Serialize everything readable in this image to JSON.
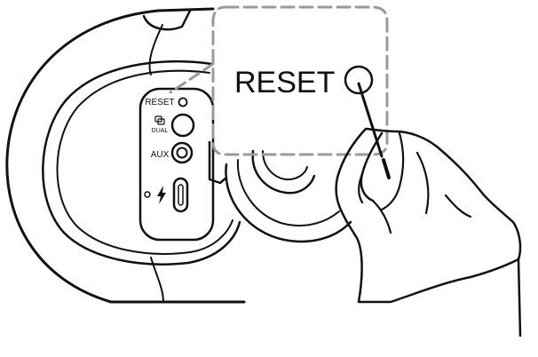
{
  "diagram": {
    "callout_label": "RESET",
    "panel_labels": {
      "reset": "RESET",
      "dual": "DUAL",
      "aux": "AUX"
    }
  },
  "icons": [
    "reset-pinhole-icon",
    "dual-link-icon",
    "aux-jack-icon",
    "lightning-icon",
    "usb-c-port-icon",
    "led-indicator-icon",
    "hand-icon",
    "pin-tool-icon"
  ],
  "colors": {
    "ink": "#111111",
    "callout_dash": "#9a9a9a",
    "background": "#ffffff"
  }
}
